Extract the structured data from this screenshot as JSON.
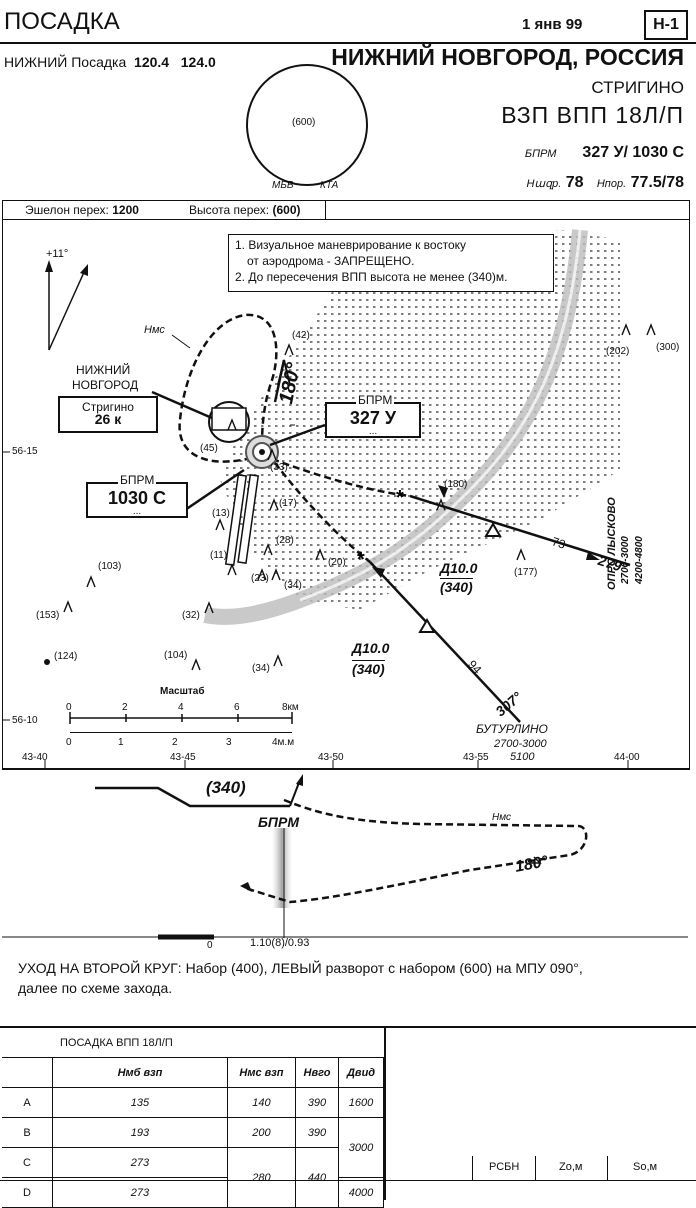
{
  "header": {
    "title": "ПОСАДКА",
    "date": "1 янв 99",
    "chart_id": "Н-1",
    "freq_label": "НИЖНИЙ Посадка",
    "freq1": "120.4",
    "freq2": "124.0",
    "city": "НИЖНИЙ НОВГОРОД, РОССИЯ",
    "airport": "СТРИГИНО",
    "procedure": "ВЗП ВПП 18Л/П",
    "bprm_label": "БПРМ",
    "bprm_value": "327 У/ 1030 С",
    "nazr_label": "Нազр.",
    "nazr_value": "78",
    "npor_label": "Нпор.",
    "npor_value": "77.5/78",
    "msa_value": "(600)",
    "msa_mbv": "МБВ",
    "msa_kta": "КТА"
  },
  "transition": {
    "echelon_label": "Эшелон перех:",
    "echelon_value": "1200",
    "altitude_label": "Высота перех:",
    "altitude_value": "(600)"
  },
  "notes": [
    "1. Визуальное маневрирование к востоку",
    "от аэродрома - ЗАПРЕЩЕНО.",
    "2. До пересечения ВПП высота не менее (340)м."
  ],
  "map": {
    "variation": "+11°",
    "nms": "Нмс",
    "city_box": [
      "НИЖНИЙ",
      "НОВГОРОД",
      "Стригино",
      "26 к"
    ],
    "bprm_box1": [
      "БПРМ",
      "327 У",
      "..."
    ],
    "bprm_box2": [
      "БПРМ",
      "1030 С",
      "..."
    ],
    "turn_label": "180°",
    "lat_top": "56-15",
    "lat_bottom": "56-10",
    "obstacles": [
      "(42)",
      "(45)",
      "(33)",
      "(17)",
      "(180)",
      "(13)",
      "(28)",
      "(11)",
      "(23)",
      "(34)",
      "(20)",
      "(103)",
      "(153)",
      "(32)",
      "(124)",
      "(104)",
      "(34)",
      "(202)",
      "(300)",
      "(177)"
    ],
    "d10_label": "Д10.0",
    "d10_alt": "(340)",
    "d10b_label": "Д10.0",
    "d10b_alt": "(340)",
    "dist73": "73",
    "course279": "279°",
    "opors": "ОПРС ЛЫСКОВО",
    "opors_alt1": "2700-3000",
    "opors_alt2": "4200-4800",
    "dist94": "94",
    "course307": "307°",
    "buturlino": "БУТУРЛИНО",
    "buturlino_alt1": "2700-3000",
    "buturlino_alt2": "5100",
    "scale_label": "Масштаб",
    "scale_km": [
      "0",
      "2",
      "4",
      "6",
      "8км"
    ],
    "scale_nm": [
      "0",
      "1",
      "2",
      "3",
      "4м.м"
    ],
    "lon": [
      "43-40",
      "43-45",
      "43-50",
      "43-55",
      "44-00"
    ]
  },
  "profile": {
    "alt": "(340)",
    "bprm": "БПРМ",
    "nms": "Нмс",
    "turn": "180°",
    "zero": "0",
    "dist": "1.10(8)/0.93"
  },
  "missed_approach": [
    "УХОД НА ВТОРОЙ КРУГ: Набор (400), ЛЕВЫЙ разворот с набором (600) на МПУ 090°,",
    "далее по схеме захода."
  ],
  "minima": {
    "title": "ПОСАДКА ВПП  18Л/П",
    "columns": [
      "Нмб взп",
      "Нмс взп",
      "Нвго",
      "Двид"
    ],
    "rows": [
      {
        "cat": "A",
        "nmb": "135",
        "nms": "140",
        "ngo": "390",
        "dvid": "1600"
      },
      {
        "cat": "B",
        "nmb": "193",
        "nms": "200",
        "ngo": "390",
        "dvid": ""
      },
      {
        "cat": "C",
        "nmb": "273",
        "nms": "280",
        "ngo": "440",
        "dvid": "3000"
      },
      {
        "cat": "D",
        "nmb": "273",
        "nms": "",
        "ngo": "",
        "dvid": "4000"
      }
    ],
    "right_labels": [
      "РСБН",
      "Zo,м",
      "So,м"
    ]
  }
}
